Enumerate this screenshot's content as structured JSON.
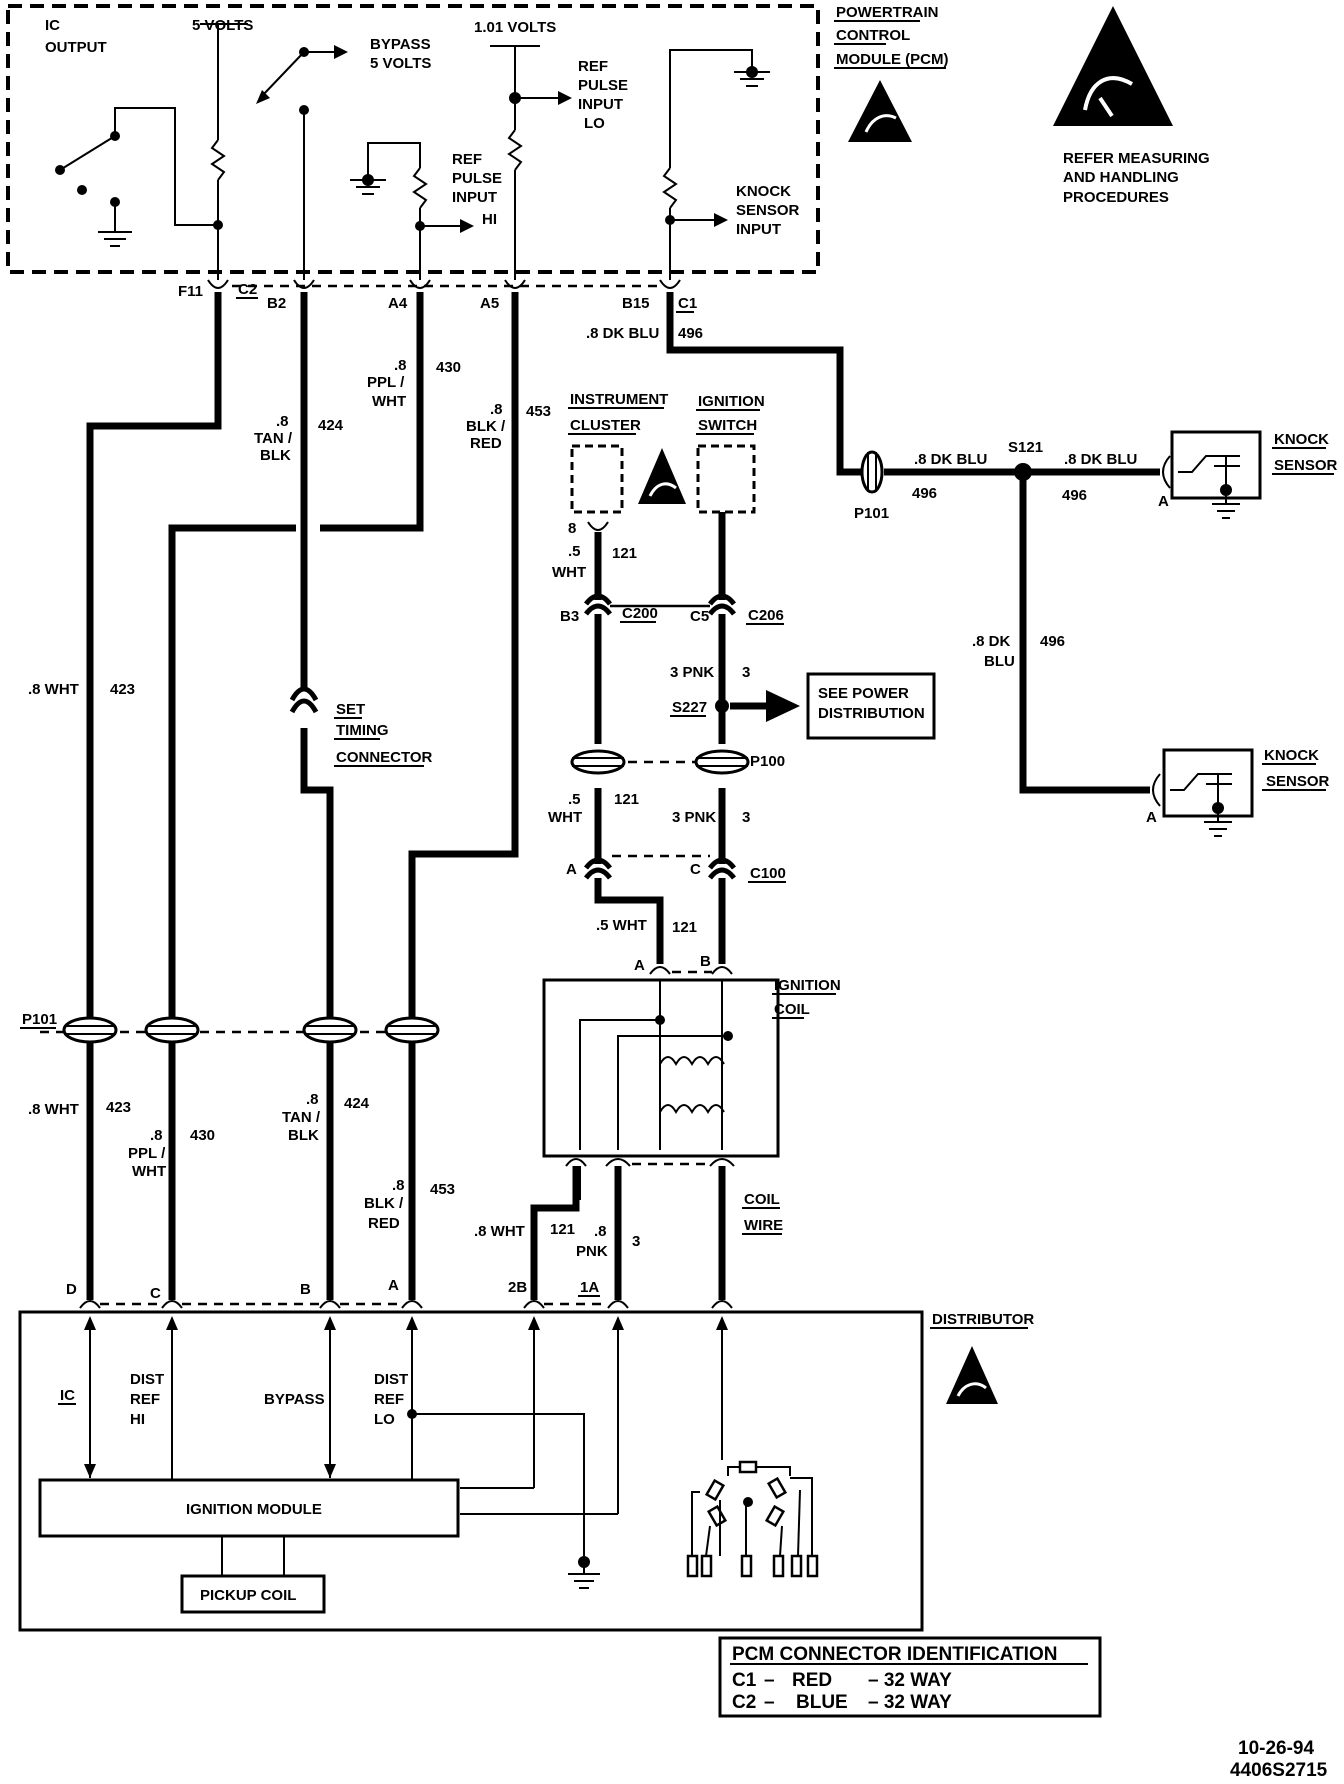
{
  "pcm": {
    "title_lines": [
      "POWERTRAIN",
      "CONTROL",
      "MODULE (PCM)"
    ],
    "ic_output": [
      "IC",
      "OUTPUT"
    ],
    "five_volts": "5 VOLTS",
    "bypass": [
      "BYPASS",
      "5 VOLTS"
    ],
    "one_volt": "1.01 VOLTS",
    "ref_lo": [
      "REF",
      "PULSE",
      "INPUT",
      "LO"
    ],
    "ref_hi": [
      "REF",
      "PULSE",
      "INPUT"
    ],
    "hi": "HI",
    "knock_input": [
      "KNOCK",
      "SENSOR",
      "INPUT"
    ]
  },
  "esd_note": [
    "REFER MEASURING",
    "AND HANDLING",
    "PROCEDURES"
  ],
  "pins": {
    "f11": "F11",
    "c2": "C2",
    "b2": "B2",
    "a4": "A4",
    "a5": "A5",
    "b15": "B15",
    "c1": "C1"
  },
  "wires": {
    "dkblu_8": ".8 DK BLU",
    "w496": "496",
    "dk_8": ".8 DK",
    "blu": "BLU",
    "ppl_8": ".8",
    "ppl": "PPL /",
    "wht": "WHT",
    "w430": "430",
    "tan_8": ".8",
    "tan": "TAN /",
    "blk": "BLK",
    "w424": "424",
    "blk_8": ".8",
    "blkred": "BLK /",
    "red": "RED",
    "w453": "453",
    "wht_8": ".8  WHT",
    "w423": "423",
    "wht_5": ".5",
    "w121": "121",
    "pnk3": "3 PNK",
    "w3": "3",
    "wht_5b": ".5 WHT",
    "wht_8b": ".8 WHT",
    "pnk_8": ".8",
    "pnk": "PNK"
  },
  "components": {
    "instrument_cluster": [
      "INSTRUMENT",
      "CLUSTER"
    ],
    "ignition_switch": [
      "IGNITION",
      "SWITCH"
    ],
    "pin_8": "8",
    "b3": "B3",
    "c200": "C200",
    "c5": "C5",
    "c206": "C206",
    "s227": "S227",
    "see_power": [
      "SEE POWER",
      "DISTRIBUTION"
    ],
    "p100": "P100",
    "a": "A",
    "c": "C",
    "c100": "C100",
    "b": "B",
    "ignition_coil": [
      "IGNITION",
      "COIL"
    ],
    "coil_wire": [
      "COIL",
      "WIRE"
    ],
    "p101": "P101",
    "s121": "S121",
    "knock_sensor": [
      "KNOCK",
      "SENSOR"
    ],
    "set_timing": [
      "SET",
      "TIMING",
      "CONNECTOR"
    ],
    "d": "D",
    "pin_2b": "2B",
    "pin_1a": "1A"
  },
  "distributor": {
    "title": "DISTRIBUTOR",
    "ic": "IC",
    "dist_ref_hi": [
      "DIST",
      "REF",
      "HI"
    ],
    "bypass": "BYPASS",
    "dist_ref_lo": [
      "DIST",
      "REF",
      "LO"
    ],
    "ignition_module": "IGNITION MODULE",
    "pickup_coil": "PICKUP COIL"
  },
  "legend": {
    "title": "PCM  CONNECTOR   IDENTIFICATION",
    "row1": [
      "C1",
      "–",
      "RED",
      "– 32 WAY"
    ],
    "row2": [
      "C2",
      "–",
      "BLUE",
      "– 32 WAY"
    ]
  },
  "footer": [
    "10-26-94",
    "4406S2715"
  ]
}
